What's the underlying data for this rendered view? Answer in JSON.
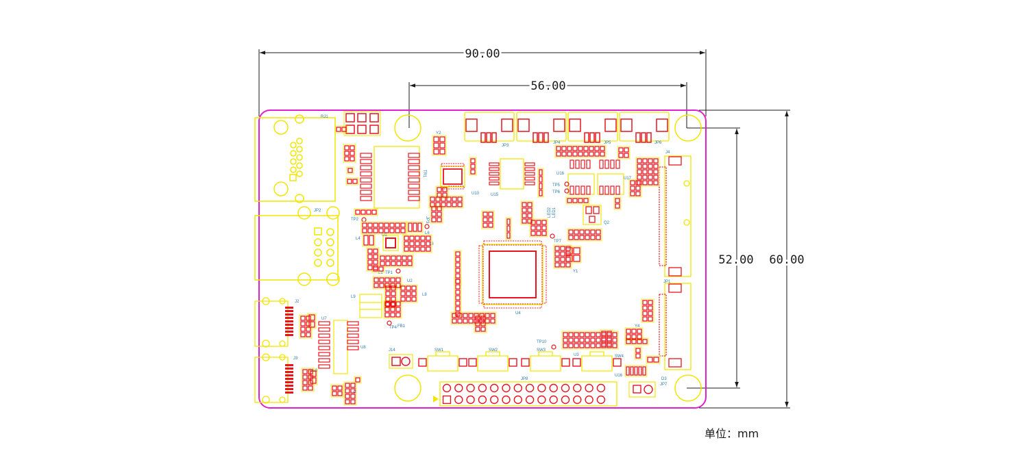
{
  "dimensions": {
    "board_width": "90.00",
    "hole_spacing_x": "56.00",
    "hole_spacing_y": "52.00",
    "board_height": "60.00"
  },
  "unit_label": "单位：mm",
  "colors": {
    "outline": "#e01fd0",
    "silkscreen": "#f2e600",
    "pad": "#e8141e",
    "dimension": "#1a1a1a",
    "refdes": "#2a7ab0"
  },
  "refdes": {
    "rj1": "RJ1",
    "jp2": "JP2",
    "jp3": "JP3",
    "jp4": "JP4",
    "jp5": "JP5",
    "jp6": "JP6",
    "jp1": "JP1",
    "jp7": "JP7",
    "jp8": "JP8",
    "j2": "J2",
    "j3": "J3",
    "j4": "J4",
    "j14": "J14",
    "u1": "U1",
    "u2": "U2",
    "u3": "U3",
    "u4": "U4",
    "u7": "U7",
    "u8": "U8",
    "u9": "U9",
    "u10": "U10",
    "u15": "U15",
    "u16": "U16",
    "u17": "U17",
    "u18": "U18",
    "y1": "Y1",
    "y2": "Y2",
    "y4": "Y4",
    "q2": "Q2",
    "tr1": "TR1",
    "tp1": "TP1",
    "tp2": "TP2",
    "tp4": "TP4",
    "tp5": "TP5",
    "tp6": "TP6",
    "tp7": "TP7",
    "tp10": "TP10",
    "l1": "L1",
    "l3": "L3",
    "l4": "L4",
    "l6": "L6",
    "l8": "L8",
    "l9": "L9",
    "sw1": "SW1",
    "sw2": "SW2",
    "sw3": "SW3",
    "sw4": "SW4",
    "fb1": "FB1",
    "d1": "D1",
    "d3": "D3",
    "led1": "LED1",
    "led2": "LED2",
    "jp3b": "JP3"
  }
}
